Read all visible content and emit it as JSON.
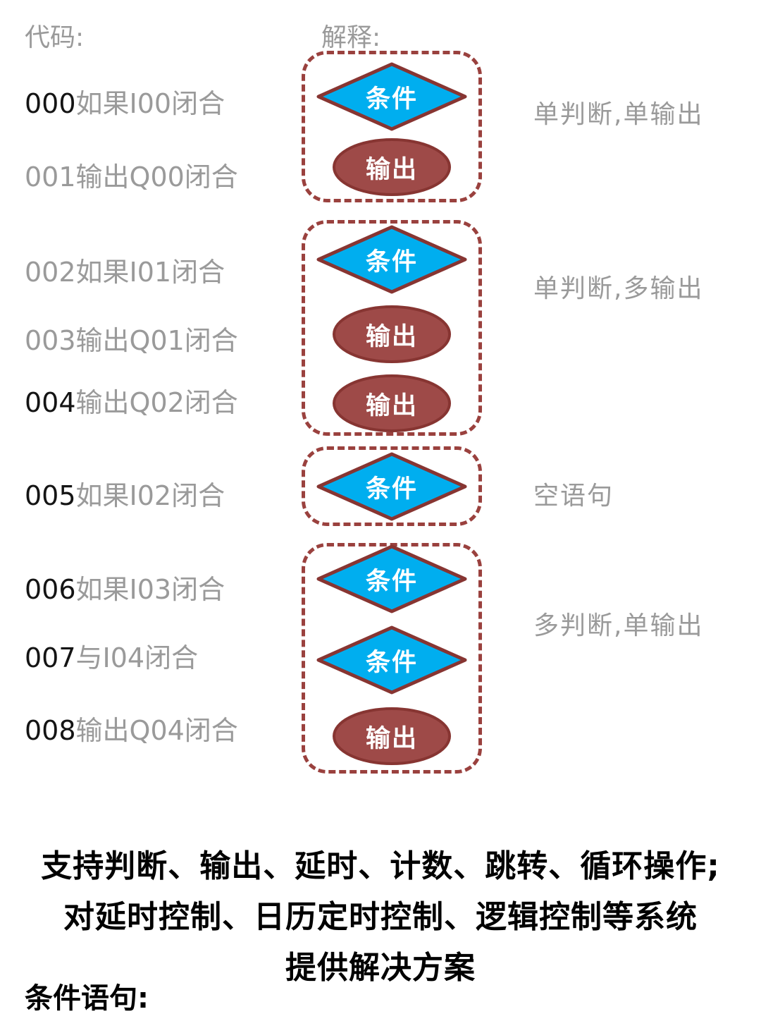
{
  "headers": {
    "code": "代码:",
    "explain": "解释:"
  },
  "code_lines": [
    {
      "num": "000",
      "text": "如果I00闭合",
      "dark": "true"
    },
    {
      "num": "001",
      "text": "输出Q00闭合",
      "dark": "false"
    },
    {
      "num": "002",
      "text": "如果I01闭合",
      "dark": "false"
    },
    {
      "num": "003",
      "text": "输出Q01闭合",
      "dark": "false"
    },
    {
      "num": "004",
      "text": "输出Q02闭合",
      "dark": "true"
    },
    {
      "num": "005",
      "text": "如果I02闭合",
      "dark": "true"
    },
    {
      "num": "006",
      "text": "如果I03闭合",
      "dark": "true"
    },
    {
      "num": "007",
      "text": "与I04闭合",
      "dark": "true"
    },
    {
      "num": "008",
      "text": "输出Q04闭合",
      "dark": "true"
    }
  ],
  "shapes": {
    "condition": "条件",
    "output": "输出"
  },
  "sections": [
    {
      "note": "单判断,单输出"
    },
    {
      "note": "单判断,多输出"
    },
    {
      "note": "空语句"
    },
    {
      "note": "多判断,单输出"
    }
  ],
  "footer": {
    "line1": "支持判断、输出、延时、计数、跳转、循环操作;",
    "line2": "对延时控制、日历定时控制、逻辑控制等系统",
    "line3": "提供解决方案",
    "condition_header": "条件语句:"
  },
  "colors": {
    "gray": "#9a9a9a",
    "dark": "#141414",
    "dash": "#9a413e",
    "diamond_fill": "#00aeef",
    "shape_stroke": "#873532",
    "ellipse_fill": "#9e4a48",
    "shape_text": "#ffffff"
  }
}
